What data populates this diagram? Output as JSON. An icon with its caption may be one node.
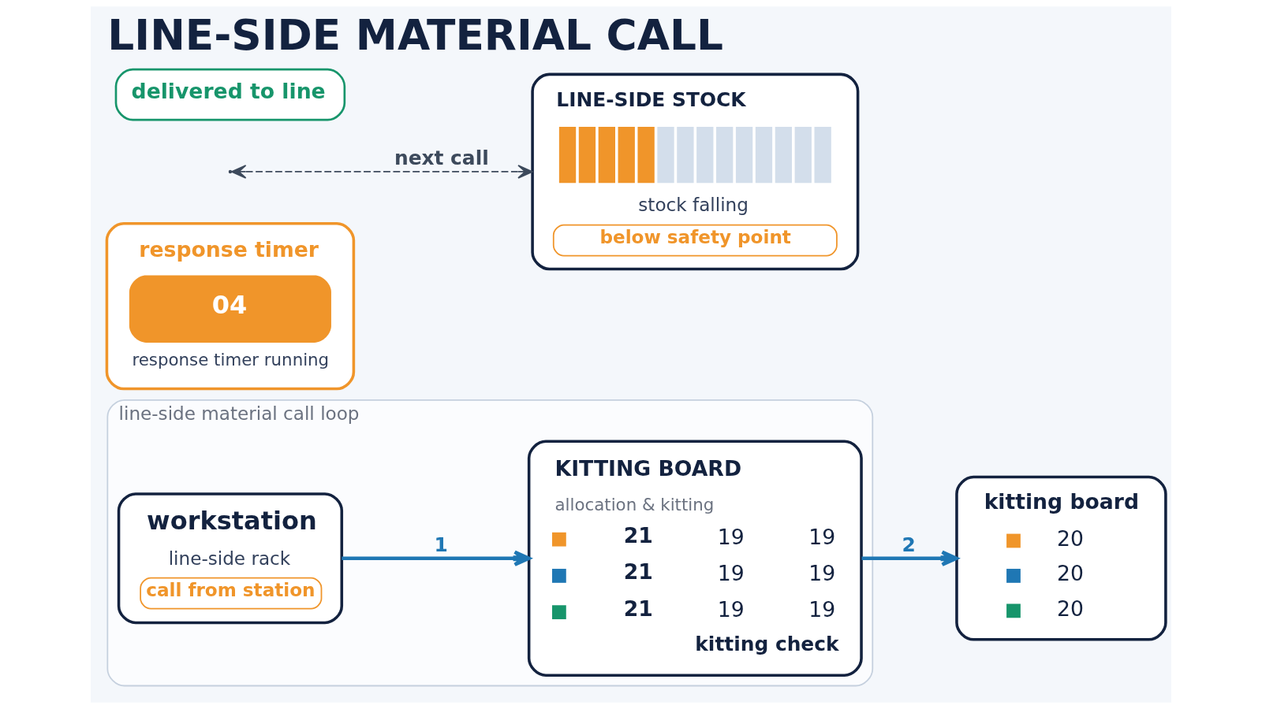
{
  "diagram": {
    "title": "LINE-SIDE MATERIAL CALL",
    "nodes": [
      {
        "text": [
          "line-side material call loop"
        ]
      },
      {
        "text": [
          "workstation",
          "line-side rack",
          "call from station"
        ],
        "in": 0
      },
      {
        "text": [
          "KITTING BOARD",
          "allocation & kitting",
          "21",
          "19",
          "19",
          "21",
          "19",
          "19",
          "21",
          "19",
          "19",
          "kitting check"
        ],
        "in": 0
      },
      {
        "text": [
          "kitting board",
          "20",
          "20",
          "20"
        ]
      },
      {
        "text": [
          "response timer",
          "04",
          "response timer running"
        ]
      },
      {
        "text": [
          "LINE-SIDE STOCK",
          "stock falling",
          "below safety point"
        ]
      },
      {
        "text": [
          "delivered to line"
        ]
      }
    ],
    "edges": [
      {
        "from": 1,
        "to": 2,
        "arrow": "to",
        "label": "1"
      },
      {
        "from": 2,
        "to": 3,
        "arrow": "to",
        "label": "2"
      },
      {
        "from": null,
        "to": 5,
        "arrow": "both",
        "label": "next call",
        "style": "dashed",
        "color": "#3d4a5c"
      }
    ]
  }
}
